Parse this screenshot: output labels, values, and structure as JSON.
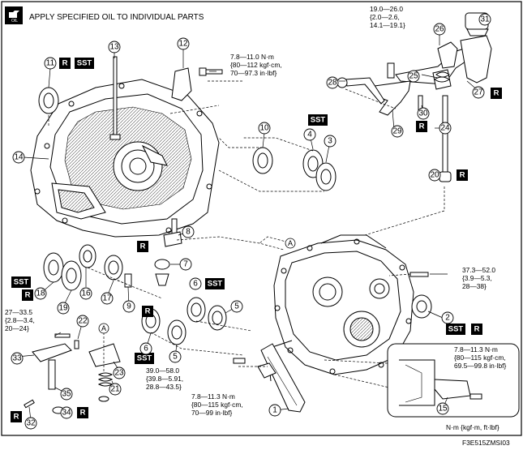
{
  "header": {
    "notice": "APPLY SPECIFIED OIL TO INDIVIDUAL PARTS",
    "oil_icon": "oil-can-icon"
  },
  "units_legend": "N·m {kgf·m, ft·lbf}",
  "figure_code": "F3E515ZMSI03",
  "badges": {
    "replace": "R",
    "special_tool": "SST"
  },
  "view_marker": "A",
  "torque_specs": {
    "t_top_right": [
      "19.0—26.0",
      "{2.0—2.6,",
      "14.1—19.1}"
    ],
    "t_item12": [
      "7.8—11.0 N·m",
      "{80—112 kgf·cm,",
      "70—97.3 in·lbf}"
    ],
    "t_right_bolt": [
      "37.3—52.0",
      "{3.9—5.3,",
      "28—38}"
    ],
    "t_left": [
      "27—33.5",
      "{2.8—3.4,",
      "20—24}"
    ],
    "t_bottom_mid": [
      "39.0—58.0",
      "{39.8—5.91,",
      "28.8—43.5}"
    ],
    "t_bottom": [
      "7.8—11.3 N·m",
      "{80—115 kgf·cm,",
      "70—99 in·lbf}"
    ],
    "t_inset": [
      "7.8—11.3 N·m",
      "{80—115 kgf·cm,",
      "69.5—99.8 in·lbf}"
    ]
  },
  "part_numbers": [
    "1",
    "2",
    "3",
    "4",
    "5",
    "5",
    "6",
    "6",
    "7",
    "8",
    "9",
    "10",
    "11",
    "12",
    "13",
    "14",
    "15",
    "16",
    "17",
    "18",
    "19",
    "20",
    "21",
    "22",
    "23",
    "24",
    "25",
    "26",
    "27",
    "28",
    "29",
    "30",
    "31",
    "32",
    "33",
    "34",
    "35"
  ]
}
